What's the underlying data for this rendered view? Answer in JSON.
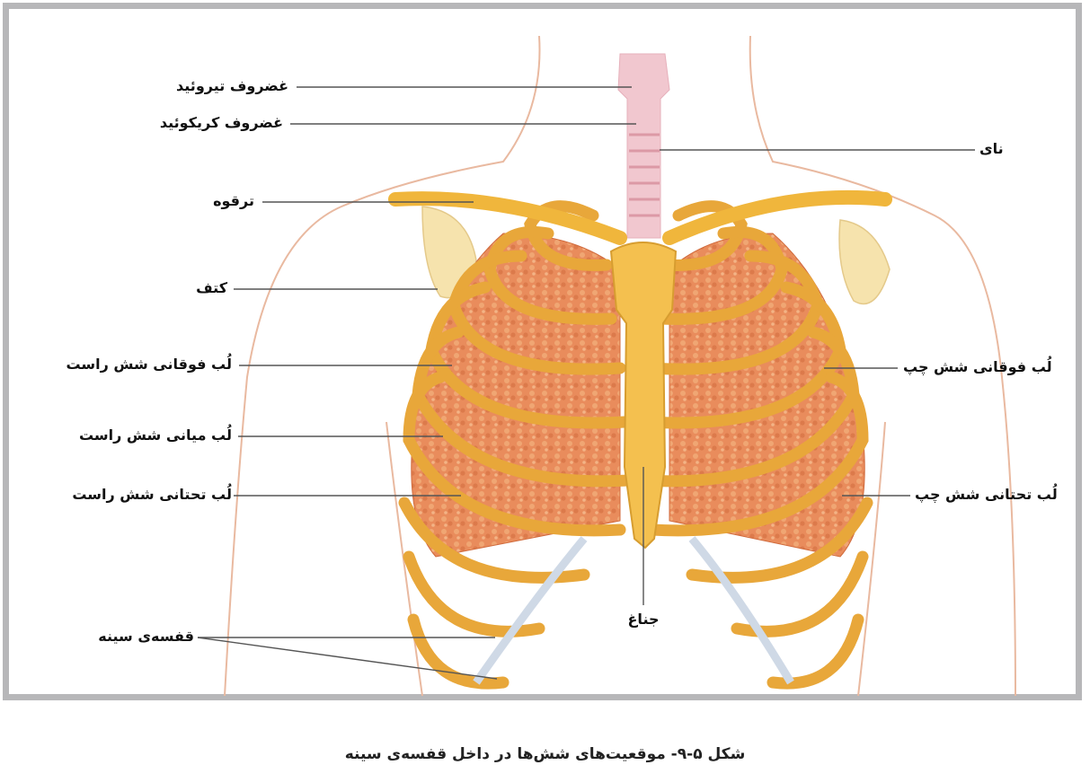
{
  "labels": {
    "thyroid_cartilage": "غضروف تیروئید",
    "cricoid_cartilage": "غضروف کریکوئید",
    "trachea": "نای",
    "clavicle": "ترقوه",
    "scapula": "کتف",
    "right_upper_lobe": "لُب فوقانی شش راست",
    "left_upper_lobe": "لُب فوقانی شش چپ",
    "right_middle_lobe": "لُب میانی شش راست",
    "right_lower_lobe": "لُب تحتانی شش راست",
    "left_lower_lobe": "لُب تحتانی شش چپ",
    "sternum": "جناغ",
    "rib_cage": "قفسه‌ی سینه"
  },
  "caption": "شکل ۵-۹- موقعیت‌های شش‌ها در داخل قفسه‌ی سینه"
}
